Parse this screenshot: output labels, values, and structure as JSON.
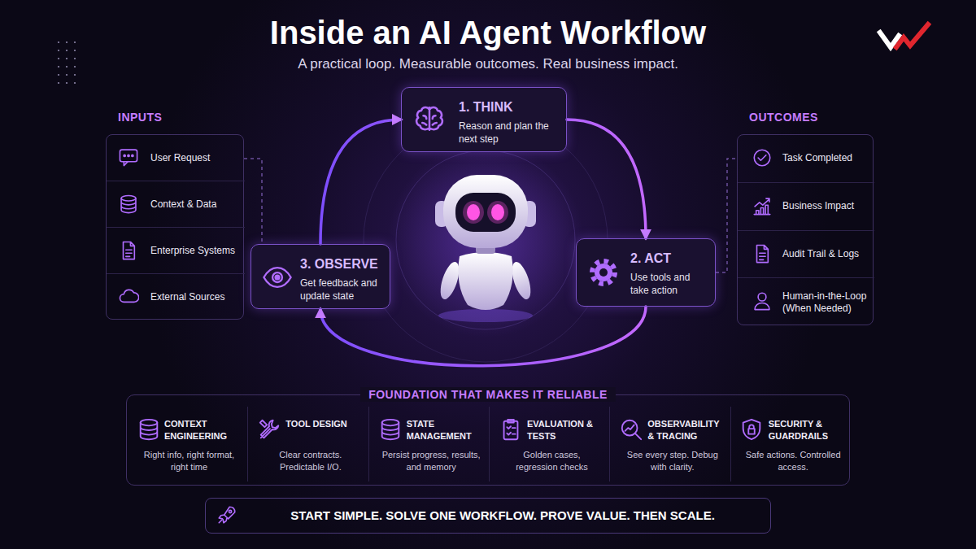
{
  "diagram": {
    "title": "Inside an AI Agent Workflow",
    "caption": "A practical loop. Measurable outcomes. Real business impact.",
    "nodes": [
      {
        "text": [
          "INPUTS"
        ]
      },
      {
        "text": [
          "User Request"
        ],
        "in": 0
      },
      {
        "text": [
          "Context & Data"
        ],
        "in": 0
      },
      {
        "text": [
          "Enterprise Systems"
        ],
        "in": 0
      },
      {
        "text": [
          "External Sources"
        ],
        "in": 0
      },
      {
        "text": [
          "1. THINK",
          "Reason and plan the next step"
        ]
      },
      {
        "text": [
          "3. OBSERVE",
          "Get feedback and update state"
        ]
      },
      {
        "text": [
          "2. ACT",
          "Use tools and take action"
        ]
      },
      {
        "text": [
          "OUTCOMES"
        ]
      },
      {
        "text": [
          "Task Completed"
        ],
        "in": 8
      },
      {
        "text": [
          "Business Impact"
        ],
        "in": 8
      },
      {
        "text": [
          "Audit Trail & Logs"
        ],
        "in": 8
      },
      {
        "text": [
          "Human-in-the-Loop (When Needed)"
        ],
        "in": 8
      },
      {
        "text": [
          "FOUNDATION THAT MAKES IT RELIABLE"
        ]
      },
      {
        "text": [
          "CONTEXT ENGINEERING",
          "Right info, right format, right time"
        ],
        "in": 13
      },
      {
        "text": [
          "TOOL DESIGN",
          "Clear contracts. Predictable I/O."
        ],
        "in": 13
      },
      {
        "text": [
          "STATE MANAGEMENT",
          "Persist progress, results, and memory"
        ],
        "in": 13
      },
      {
        "text": [
          "EVALUATION & TESTS",
          "Golden cases, regression checks"
        ],
        "in": 13
      },
      {
        "text": [
          "OBSERVABILITY & TRACING",
          "See every step. Debug with clarity."
        ],
        "in": 13
      },
      {
        "text": [
          "SECURITY & GUARDRAILS",
          "Safe actions. Controlled access."
        ],
        "in": 13
      },
      {
        "text": [
          "START SIMPLE. SOLVE ONE WORKFLOW. PROVE VALUE. THEN SCALE."
        ]
      }
    ],
    "edges": [
      {
        "from": 5,
        "to": 7,
        "arrow": "to"
      },
      {
        "from": 7,
        "to": 6,
        "arrow": "to"
      },
      {
        "from": 6,
        "to": 5,
        "arrow": "to"
      },
      {
        "from": 0,
        "to": 6,
        "arrow": "none"
      },
      {
        "from": 7,
        "to": 8,
        "arrow": "none"
      }
    ]
  }
}
